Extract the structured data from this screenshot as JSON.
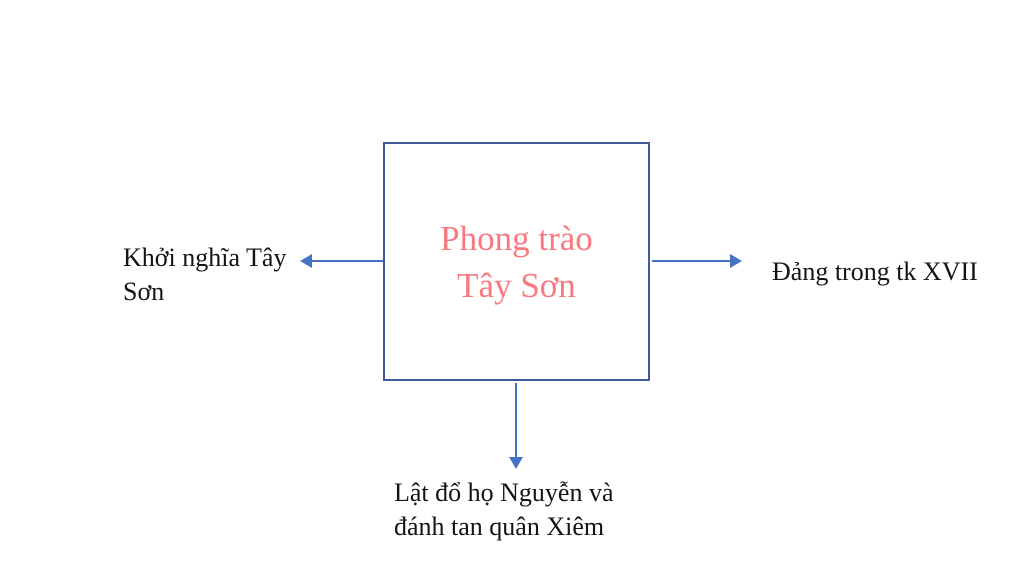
{
  "colors": {
    "background": "#FFFFFF",
    "box_border": "#3F5C99",
    "arrow": "#4472C4",
    "title_text": "#FA7880",
    "label_text": "#141414"
  },
  "diagram": {
    "central_node": {
      "title": "Phong trào Tây Sơn",
      "lines": [
        "Phong trào",
        "Tây Sơn"
      ]
    },
    "left_label": {
      "text": "Khởi nghĩa Tây Sơn",
      "lines": [
        "Khởi nghĩa Tây",
        "Sơn"
      ]
    },
    "right_label": {
      "text": "Đảng trong tk XVII"
    },
    "bottom_label": {
      "text": "Lật đổ họ Nguyễn và đánh tan quân Xiêm",
      "lines": [
        "Lật đổ họ Nguyễn và",
        "đánh tan quân Xiêm"
      ]
    }
  }
}
